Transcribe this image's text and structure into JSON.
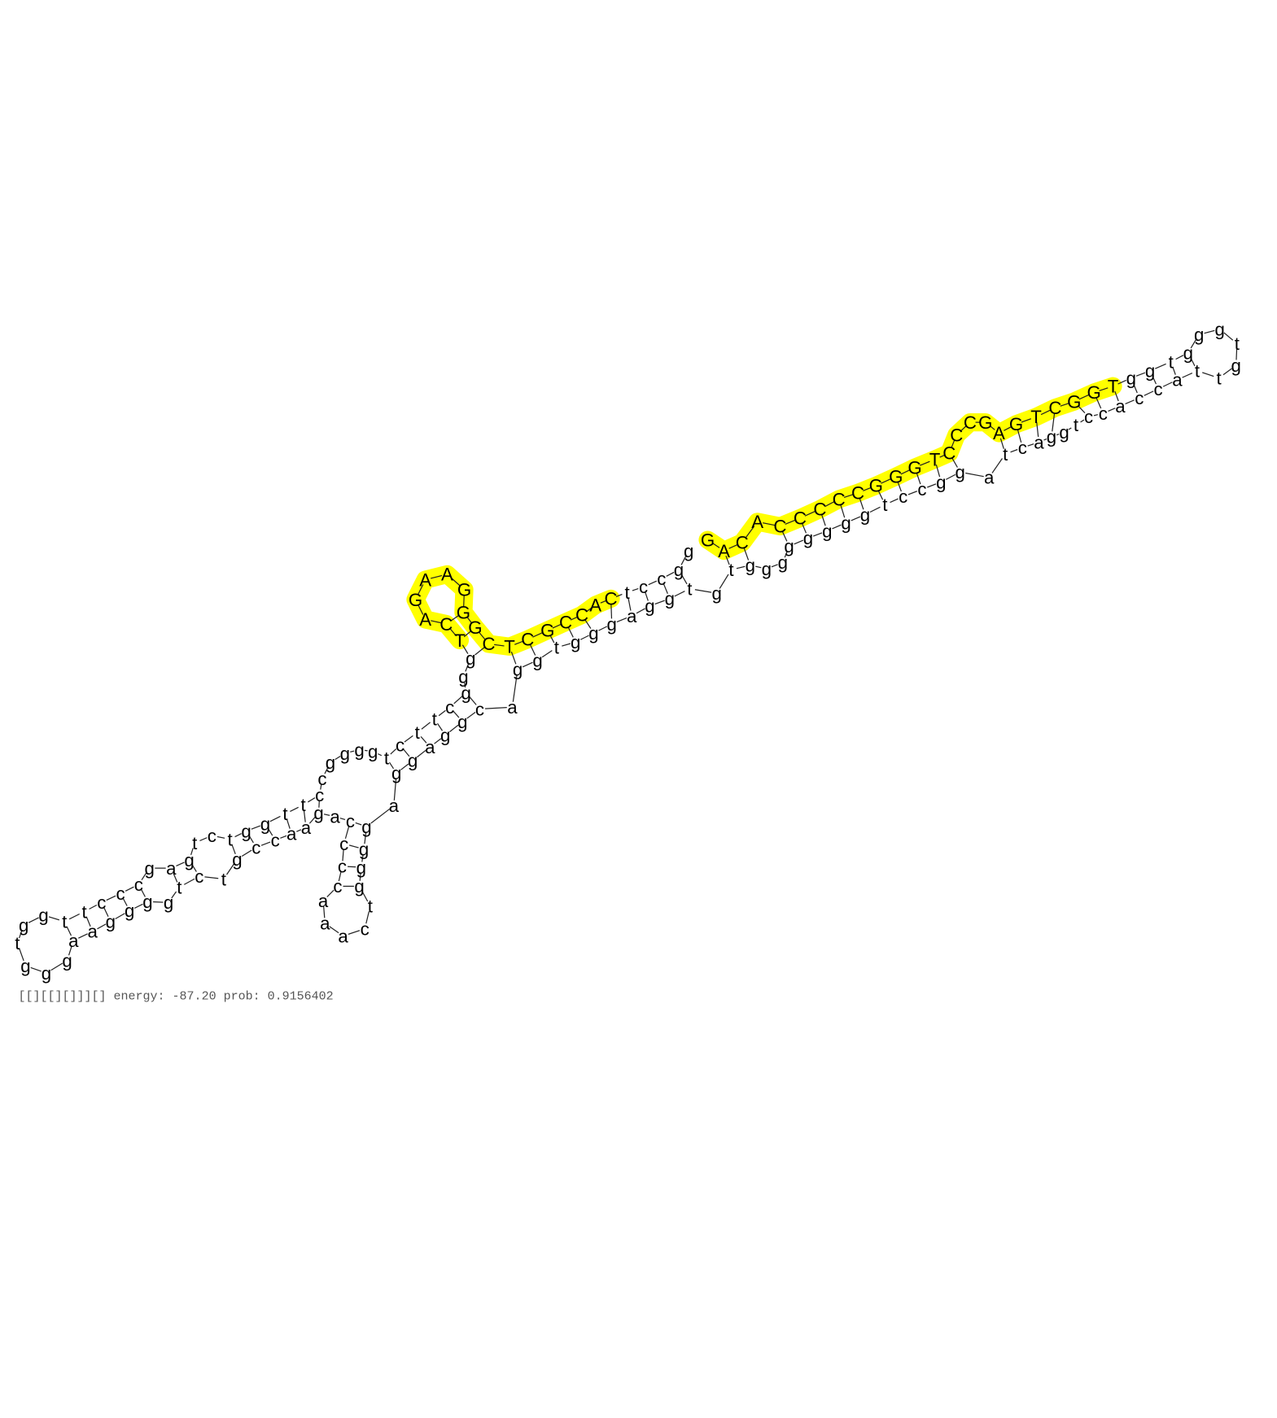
{
  "sequence": [
    "G",
    "A",
    "C",
    "A",
    "C",
    "C",
    "C",
    "C",
    "C",
    "G",
    "G",
    "G",
    "T",
    "C",
    "C",
    "C",
    "G",
    "A",
    "G",
    "T",
    "C",
    "G",
    "G",
    "T",
    "g",
    "g",
    "t",
    "g",
    "g",
    "g",
    "t",
    "g",
    "t",
    "t",
    "a",
    "c",
    "c",
    "a",
    "c",
    "c",
    "t",
    "g",
    "g",
    "a",
    "c",
    "t",
    "a",
    "g",
    "g",
    "c",
    "c",
    "t",
    "g",
    "g",
    "g",
    "g",
    "g",
    "g",
    "g",
    "g",
    "t",
    "g",
    "t",
    "g",
    "g",
    "a",
    "g",
    "g",
    "g",
    "t",
    "g",
    "g",
    "a",
    "c",
    "g",
    "g",
    "a",
    "g",
    "g",
    "a",
    "g",
    "g",
    "g",
    "g",
    "t",
    "c",
    "a",
    "a",
    "a",
    "c",
    "c",
    "c",
    "c",
    "a",
    "g",
    "a",
    "a",
    "c",
    "c",
    "g",
    "t",
    "c",
    "t",
    "g",
    "g",
    "g",
    "g",
    "a",
    "a",
    "g",
    "g",
    "g",
    "t",
    "g",
    "g",
    "t",
    "t",
    "c",
    "c",
    "c",
    "g",
    "a",
    "g",
    "t",
    "c",
    "t",
    "g",
    "g",
    "t",
    "t",
    "c",
    "c",
    "g",
    "g",
    "g",
    "g",
    "t",
    "c",
    "t",
    "t",
    "c",
    "g",
    "g",
    "g",
    "T",
    "C",
    "A",
    "G",
    "A",
    "A",
    "G",
    "G",
    "G",
    "C",
    "T",
    "C",
    "G",
    "C",
    "C",
    "A",
    "C",
    "t",
    "c",
    "c",
    "g",
    "g"
  ],
  "highlight_color": "#ffff00",
  "caption": {
    "structure": "[[][[][]]][]",
    "energy_label": "energy:",
    "energy": "-87.20",
    "prob_label": "prob:",
    "prob": "0.9156402"
  }
}
